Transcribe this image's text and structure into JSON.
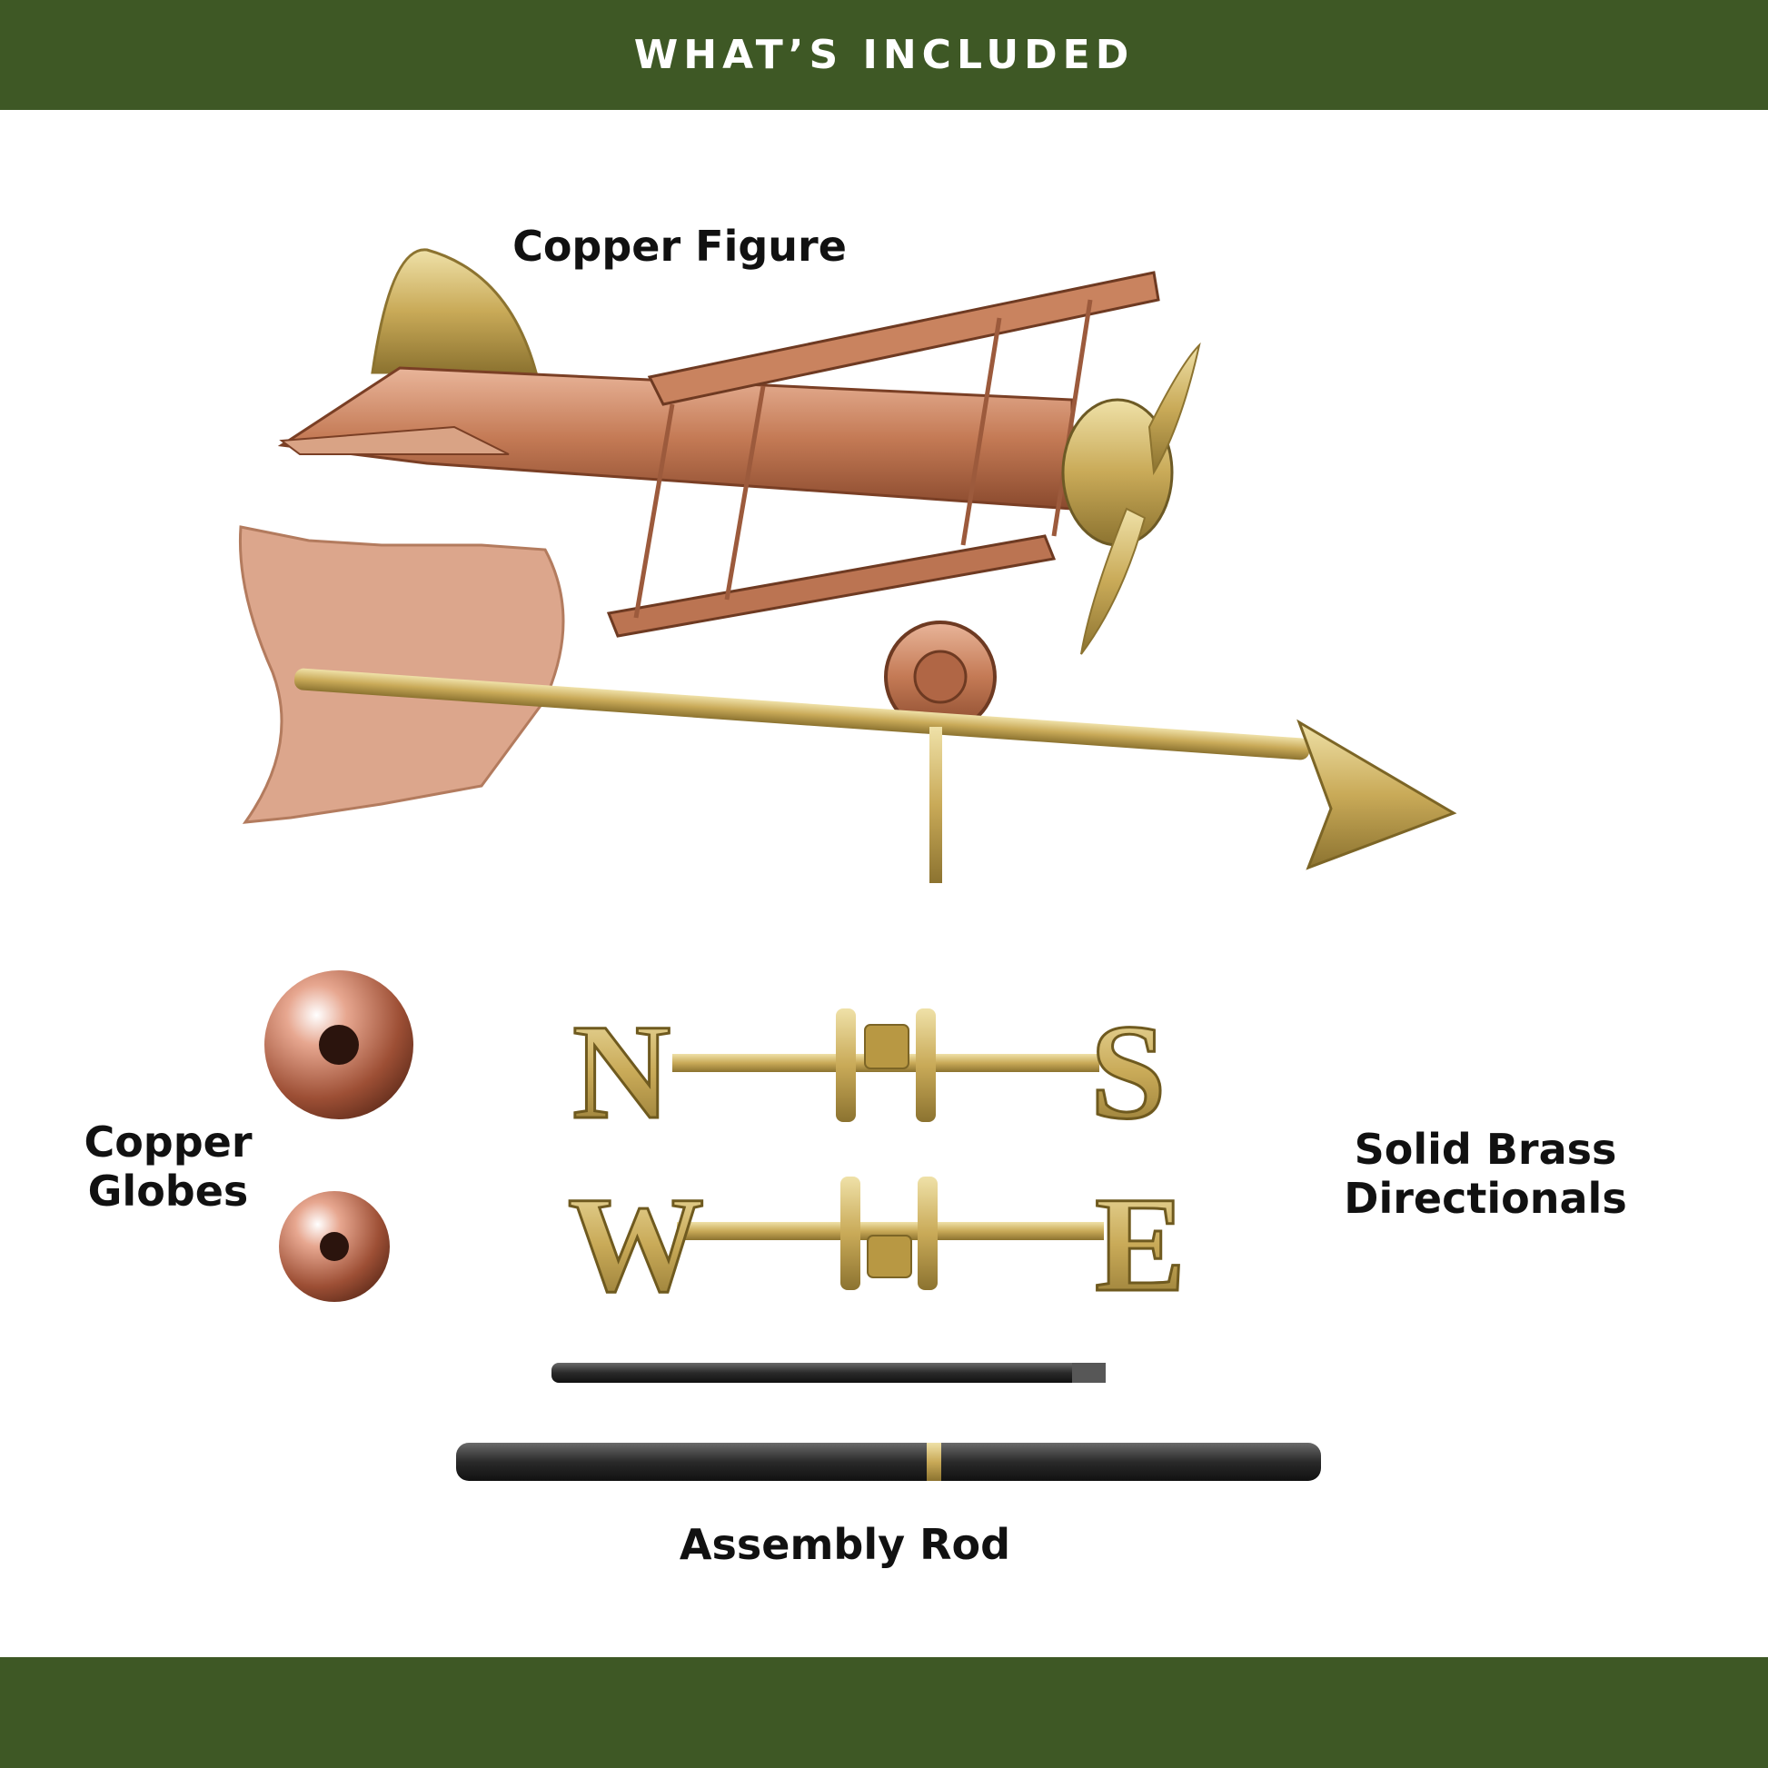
{
  "header": {
    "title": "WHAT’S INCLUDED"
  },
  "labels": {
    "copper_figure": "Copper Figure",
    "copper_globes": [
      "Copper",
      "Globes"
    ],
    "solid_brass_directionals": [
      "Solid Brass",
      "Directionals"
    ],
    "assembly_rod": "Assembly Rod"
  },
  "directionals": [
    "N",
    "S",
    "W",
    "E"
  ],
  "colors": {
    "banner": "#3e5825",
    "copper": "#c8876a",
    "brass": "#c9b06a",
    "rod": "#2f2f2f"
  }
}
